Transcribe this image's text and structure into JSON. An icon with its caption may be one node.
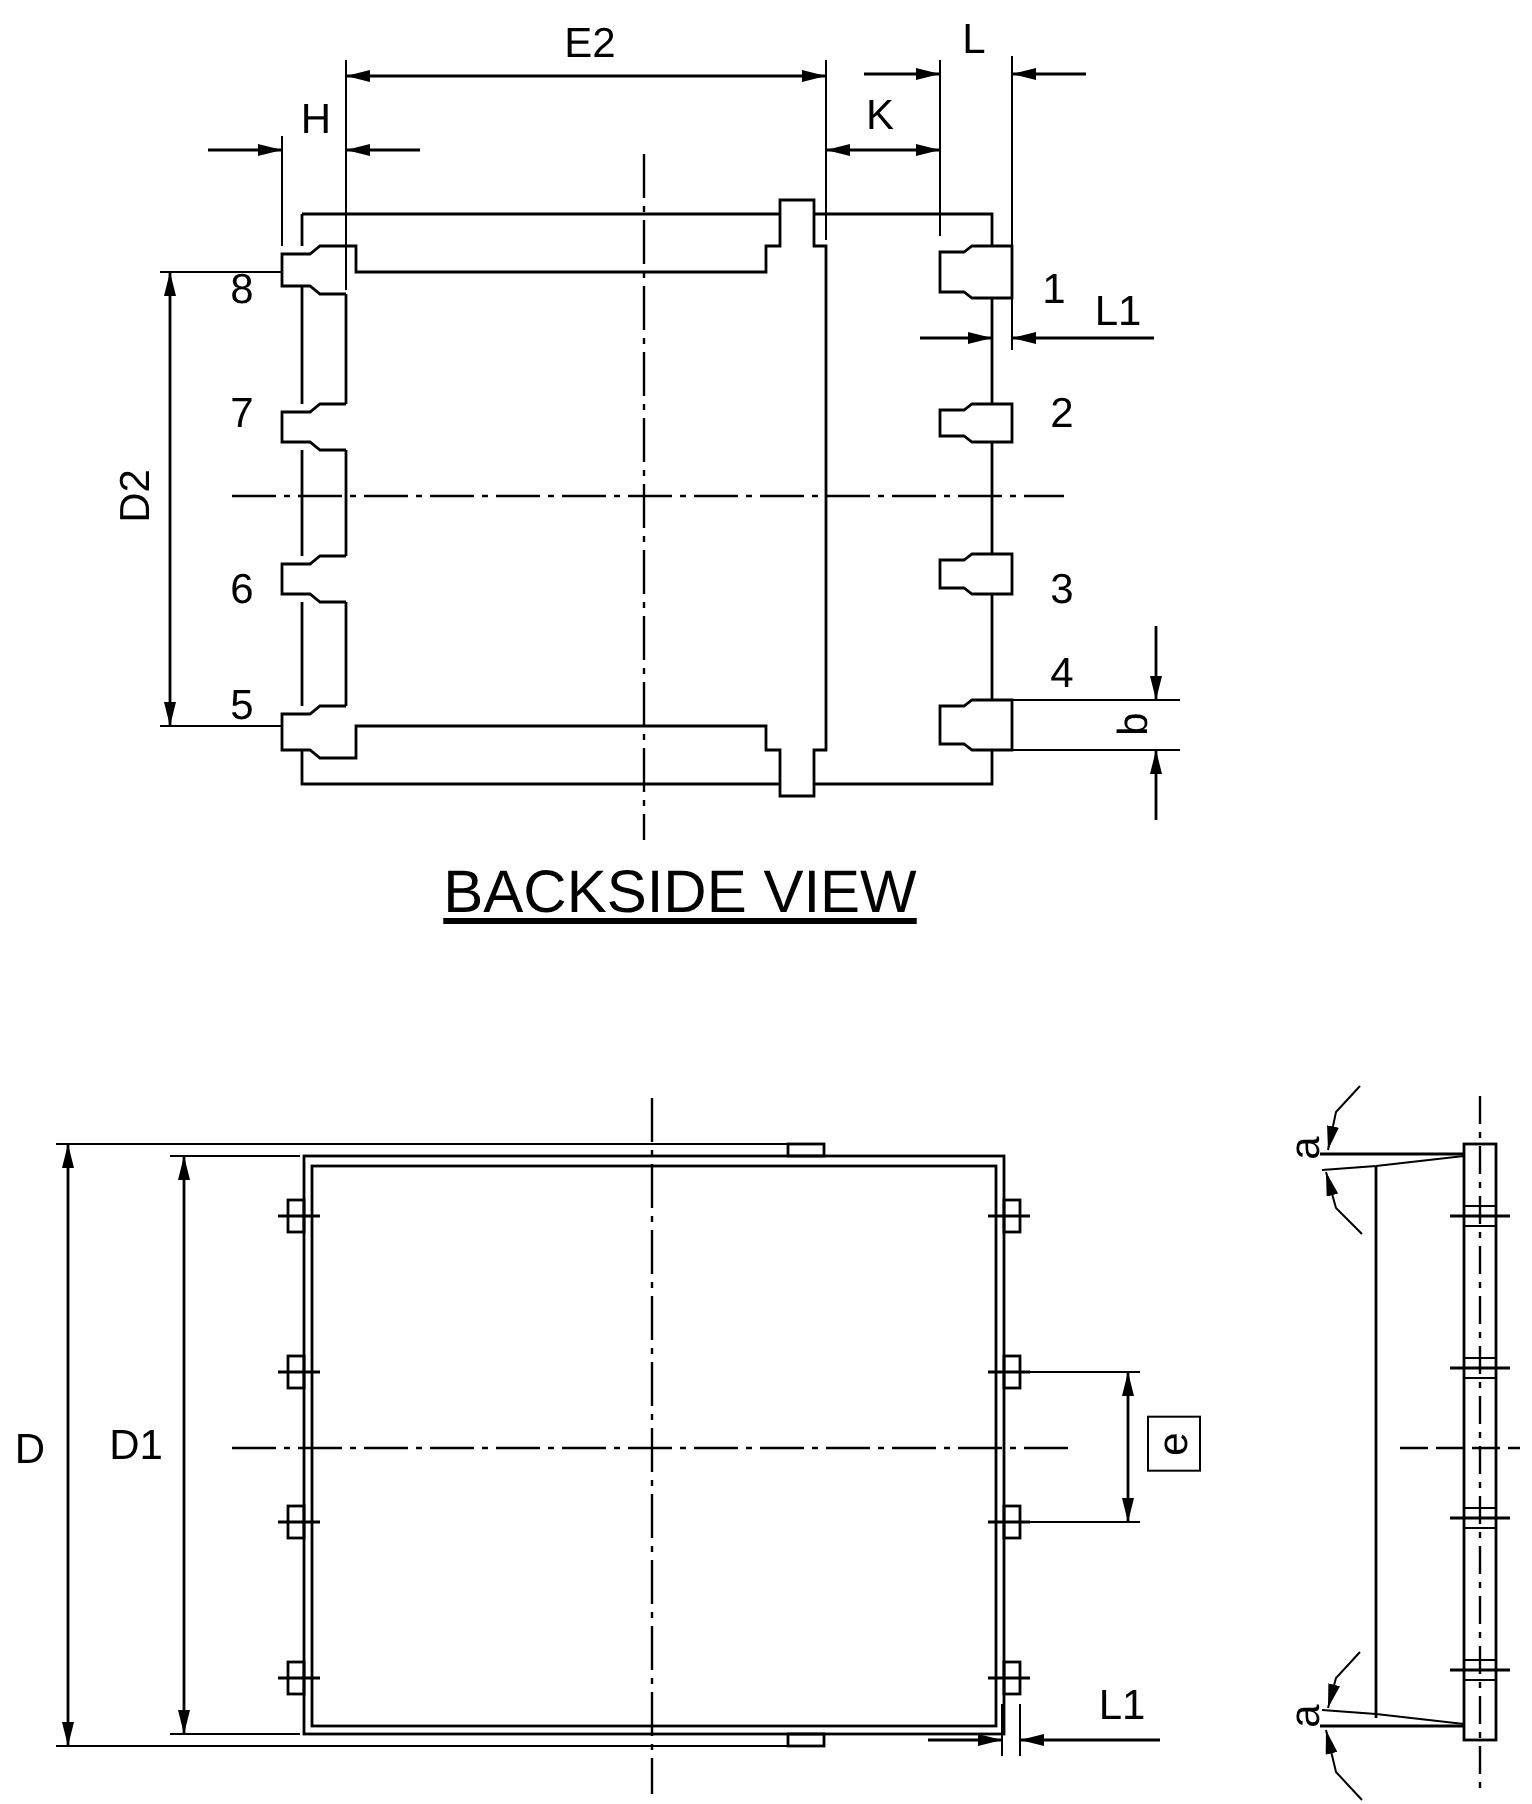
{
  "diagram": {
    "labels": [
      "E2",
      "L",
      "H",
      "K",
      "8",
      "1",
      "L1",
      "7",
      "2",
      "D2",
      "6",
      "3",
      "5",
      "4",
      "b",
      "BACKSIDE VIEW",
      "a",
      "D",
      "D1",
      "e",
      "a",
      "L1"
    ]
  }
}
